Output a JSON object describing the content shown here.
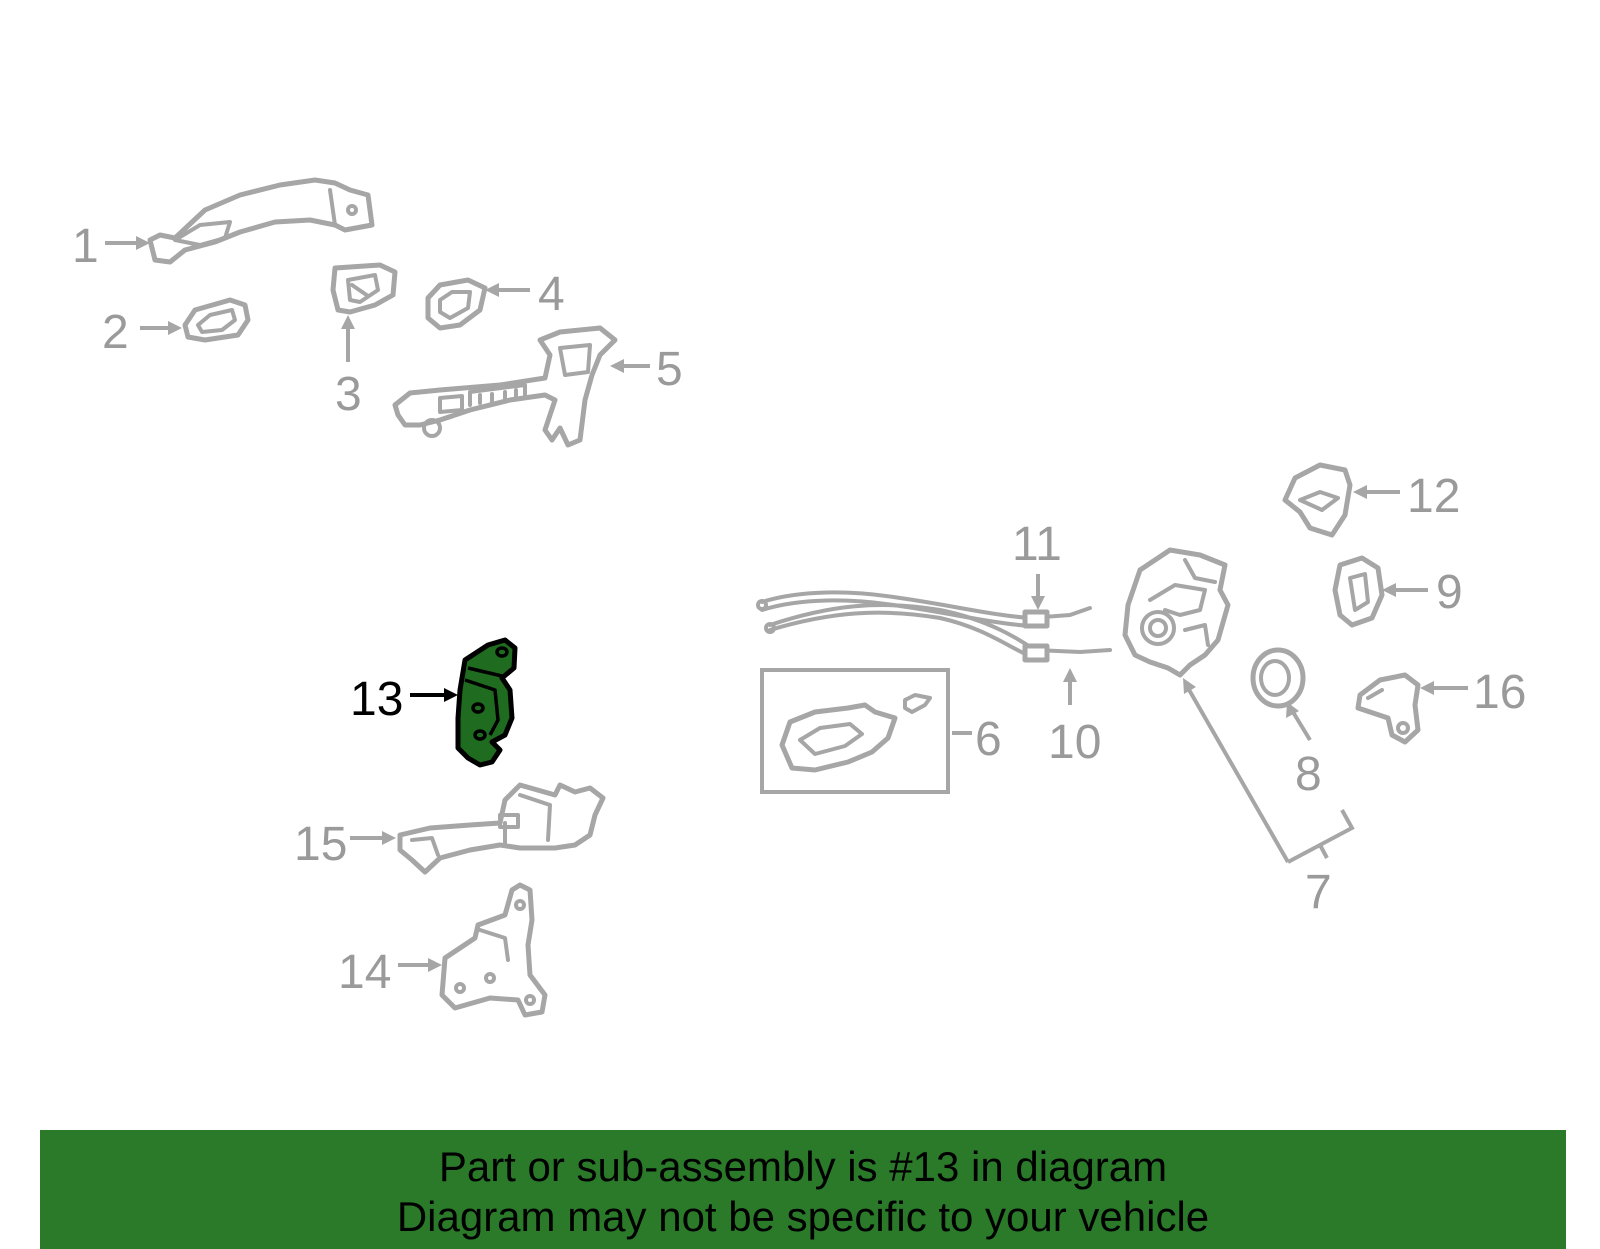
{
  "diagram": {
    "highlight_color": "#2a7a2a",
    "highlighted_part": "13",
    "callouts": {
      "p1": "1",
      "p2": "2",
      "p3": "3",
      "p4": "4",
      "p5": "5",
      "p6": "6",
      "p7": "7",
      "p8": "8",
      "p9": "9",
      "p10": "10",
      "p11": "11",
      "p12": "12",
      "p13": "13",
      "p14": "14",
      "p15": "15",
      "p16": "16"
    }
  },
  "banner": {
    "line1": "Part or sub-assembly is #13 in diagram",
    "line2": "Diagram may not be specific to your vehicle"
  }
}
